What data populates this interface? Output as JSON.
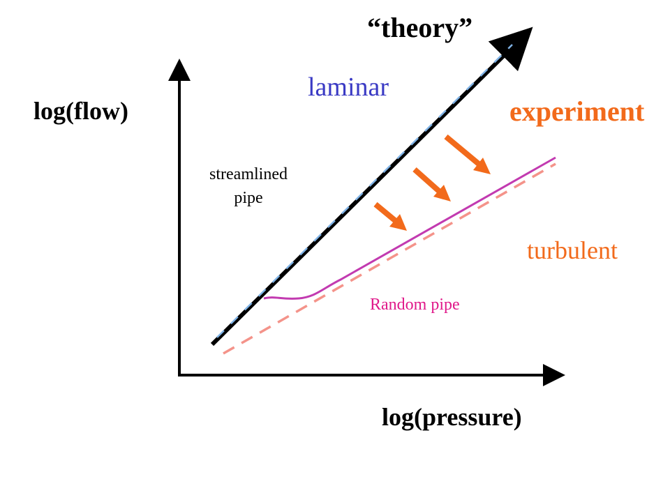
{
  "labels": {
    "theory": "“theory”",
    "y_axis": "log(flow)",
    "x_axis": "log(pressure)",
    "laminar": "laminar",
    "experiment": "experiment",
    "turbulent": "turbulent",
    "random_pipe": "Random pipe",
    "streamlined_line1": "streamlined",
    "streamlined_line2": "pipe"
  },
  "colors": {
    "axis": "#000000",
    "theory_line": "#000000",
    "theory_dash": "#7fb2e5",
    "experiment_curve": "#c23ab0",
    "asymptote_dash": "#f4938a",
    "arrows": "#f26a1b",
    "laminar_text": "#3a3ac4",
    "experiment_text": "#f26a1b",
    "turbulent_text": "#f26a1b",
    "random_text": "#e0198a",
    "label_text": "#000000"
  }
}
